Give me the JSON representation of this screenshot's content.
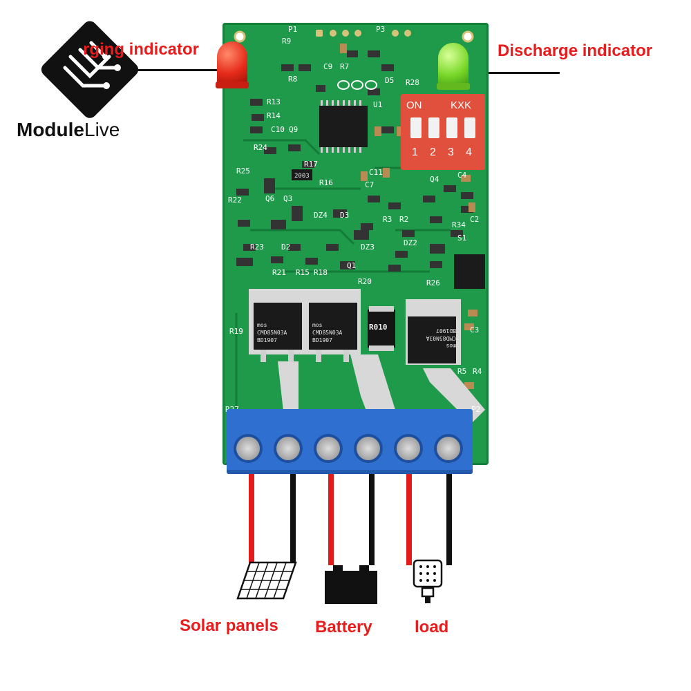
{
  "logo": {
    "brand_bold": "Module",
    "brand_light": "Live",
    "icon": "circuit-logo-icon"
  },
  "callouts": {
    "charge_indicator_partial": "rging indicator",
    "discharge_indicator": "Discharge indicator"
  },
  "board": {
    "main_ic": "U1",
    "dip_switch": {
      "left_text": "ON",
      "right_text": "KXK",
      "positions": [
        "1",
        "2",
        "3",
        "4"
      ]
    },
    "mosfets": [
      {
        "brand": "mos",
        "part": "CMD85N03A",
        "code": "BD1907"
      },
      {
        "brand": "mos",
        "part": "CMD85N03A",
        "code": "BD1907"
      },
      {
        "brand": "mos",
        "part": "CMD85N03A",
        "code": "BD1907"
      }
    ],
    "shunt": "R010",
    "silkscreen": [
      "P1",
      "P3",
      "D5",
      "U1",
      "R13",
      "R14",
      "C10",
      "Q9",
      "R24",
      "R17",
      "R16",
      "C11",
      "C7",
      "Q4",
      "C4",
      "Q6",
      "Q3",
      "DZ4",
      "D3",
      "R3",
      "R2",
      "R34",
      "S1",
      "D2",
      "R23",
      "DZ2",
      "R21",
      "R15",
      "R18",
      "Q1",
      "R20",
      "R26",
      "C3",
      "R19",
      "R5",
      "R4",
      "R27",
      "P2",
      "R22",
      "C9",
      "R7",
      "R9",
      "R8",
      "R25",
      "R28",
      "DZ3",
      "C2",
      "2003"
    ]
  },
  "terminals": {
    "count": 6
  },
  "wires": {
    "colors": [
      "#e31b1b",
      "#111111",
      "#e31b1b",
      "#111111",
      "#e31b1b",
      "#111111"
    ]
  },
  "icons": [
    "solar-panel-icon",
    "battery-icon",
    "load-bulb-icon"
  ],
  "labels": {
    "solar": "Solar panels",
    "battery": "Battery",
    "load": "load"
  },
  "colors": {
    "label_red": "#e81c1c",
    "pcb_green": "#1f9a4b",
    "terminal_blue": "#2f6fd0",
    "led_red": "#e52a1a",
    "led_green": "#7ad82a",
    "dip_red": "#e0503c"
  }
}
